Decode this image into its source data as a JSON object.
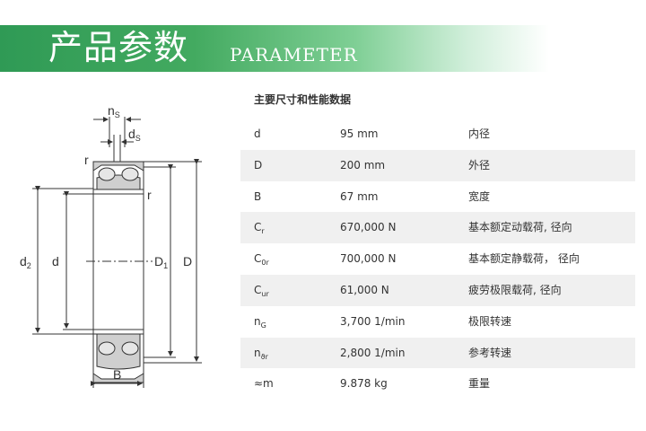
{
  "banner": {
    "title_cn": "产品参数",
    "title_en": "PARAMETER"
  },
  "diagram": {
    "labels": {
      "ns": "n",
      "ns_sub": "S",
      "ds": "d",
      "ds_sub": "S",
      "r_top": "r",
      "r_side": "r",
      "d2": "d",
      "d2_sub": "2",
      "d": "d",
      "D1": "D",
      "D1_sub": "1",
      "D": "D",
      "B": "B"
    }
  },
  "table": {
    "title": "主要尺寸和性能数据",
    "rows": [
      {
        "sym": "d",
        "sub": "",
        "value": "95 mm",
        "desc": "内径"
      },
      {
        "sym": "D",
        "sub": "",
        "value": "200 mm",
        "desc": "外径"
      },
      {
        "sym": "B",
        "sub": "",
        "value": "67 mm",
        "desc": "宽度"
      },
      {
        "sym": "C",
        "sub": "r",
        "value": "670,000 N",
        "desc": "基本额定动载荷, 径向"
      },
      {
        "sym": "C",
        "sub": "0r",
        "value": "700,000 N",
        "desc": "基本额定静载荷， 径向"
      },
      {
        "sym": "C",
        "sub": "ur",
        "value": "61,000 N",
        "desc": "疲劳极限载荷, 径向"
      },
      {
        "sym": "n",
        "sub": "G",
        "value": "3,700 1/min",
        "desc": "极限转速"
      },
      {
        "sym": "n",
        "sub": "ϑr",
        "value": "2,800 1/min",
        "desc": "参考转速"
      },
      {
        "sym": "≈m",
        "sub": "",
        "value": "9.878 kg",
        "desc": "重量"
      }
    ]
  }
}
